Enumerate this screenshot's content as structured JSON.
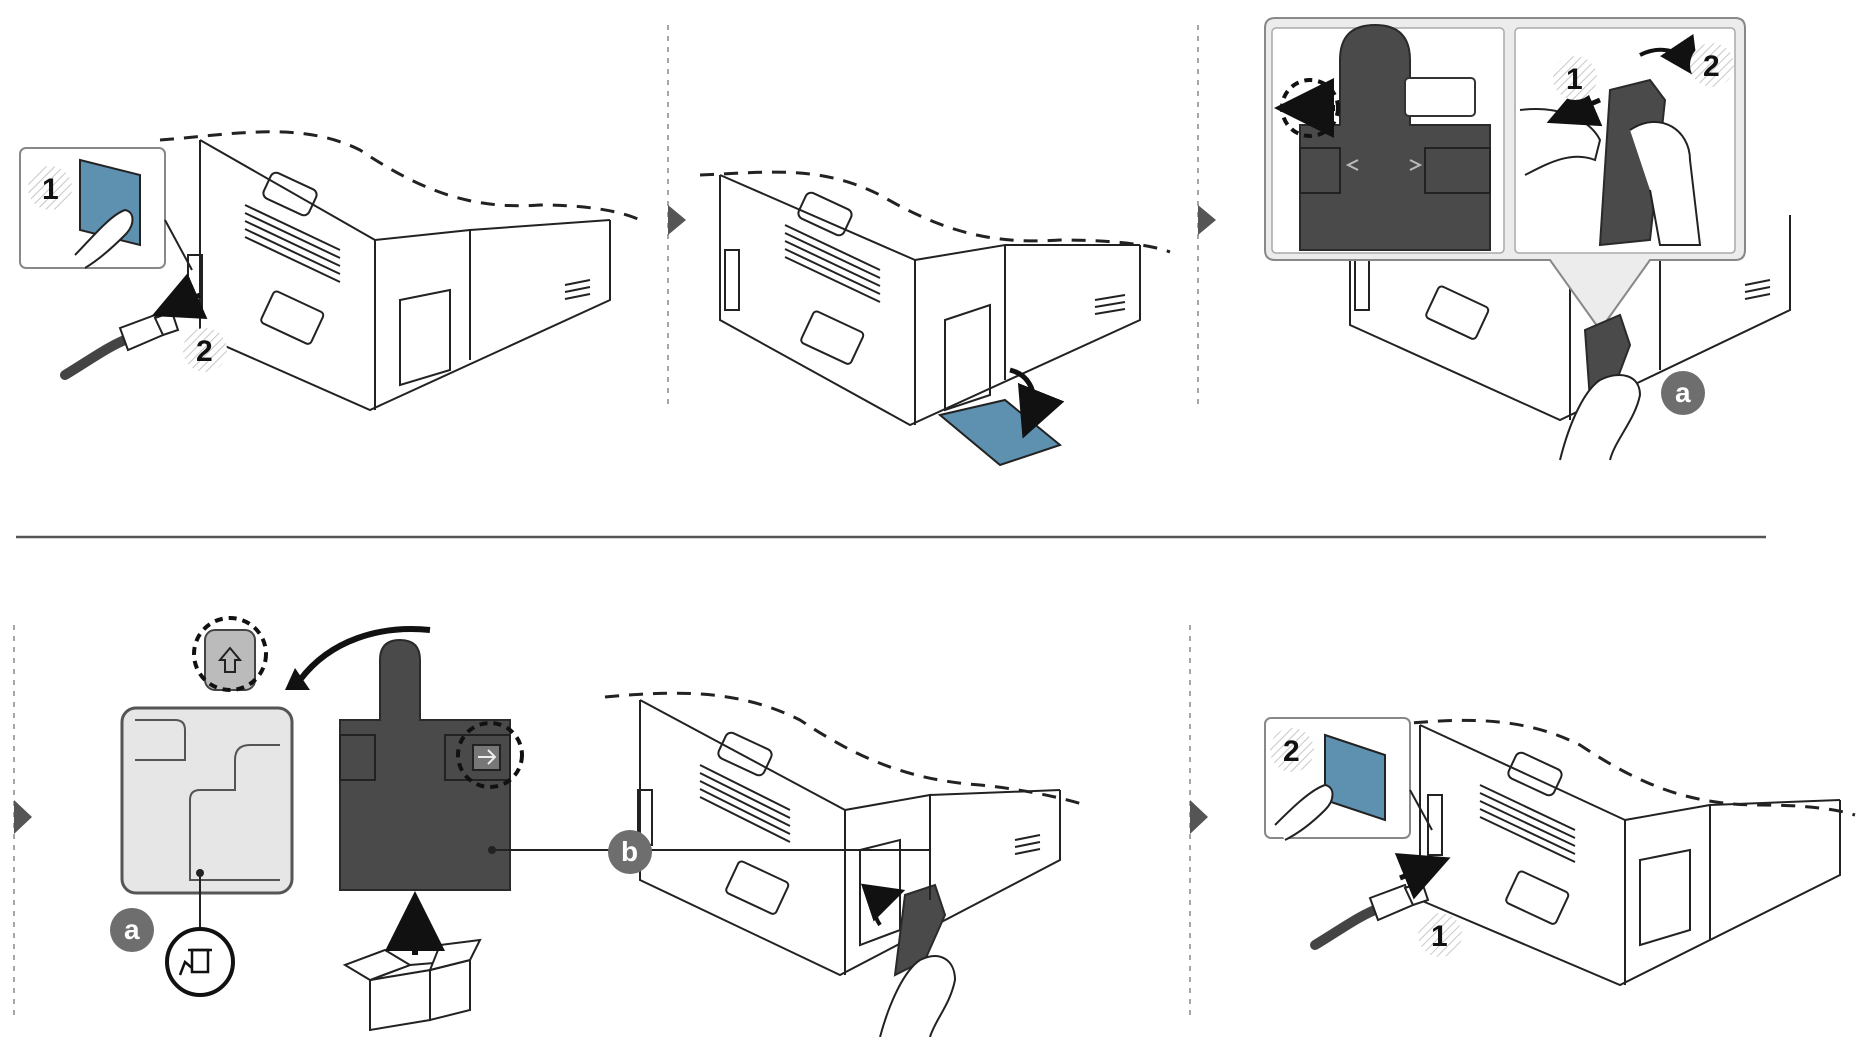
{
  "diagram": {
    "labels": {
      "step1_power_switch": "1",
      "step1_unplug": "2",
      "step3_push_latch": "1",
      "step3_rotate": "2",
      "callout_a_top": "a",
      "callout_a_bottom": "a",
      "callout_b": "b",
      "step6_plug_in": "1",
      "step6_power_switch": "2"
    },
    "icons": {
      "step_arrow": "triangle-right-icon",
      "recycle": "recycle-bin-icon",
      "box": "box-up-arrow-icon"
    },
    "colors": {
      "switch_blue": "#5e90b0",
      "waste_container_dark": "#4a4a4a",
      "waste_container_light": "#e6e6e6",
      "callout_circle": "#6e6e6e"
    }
  }
}
